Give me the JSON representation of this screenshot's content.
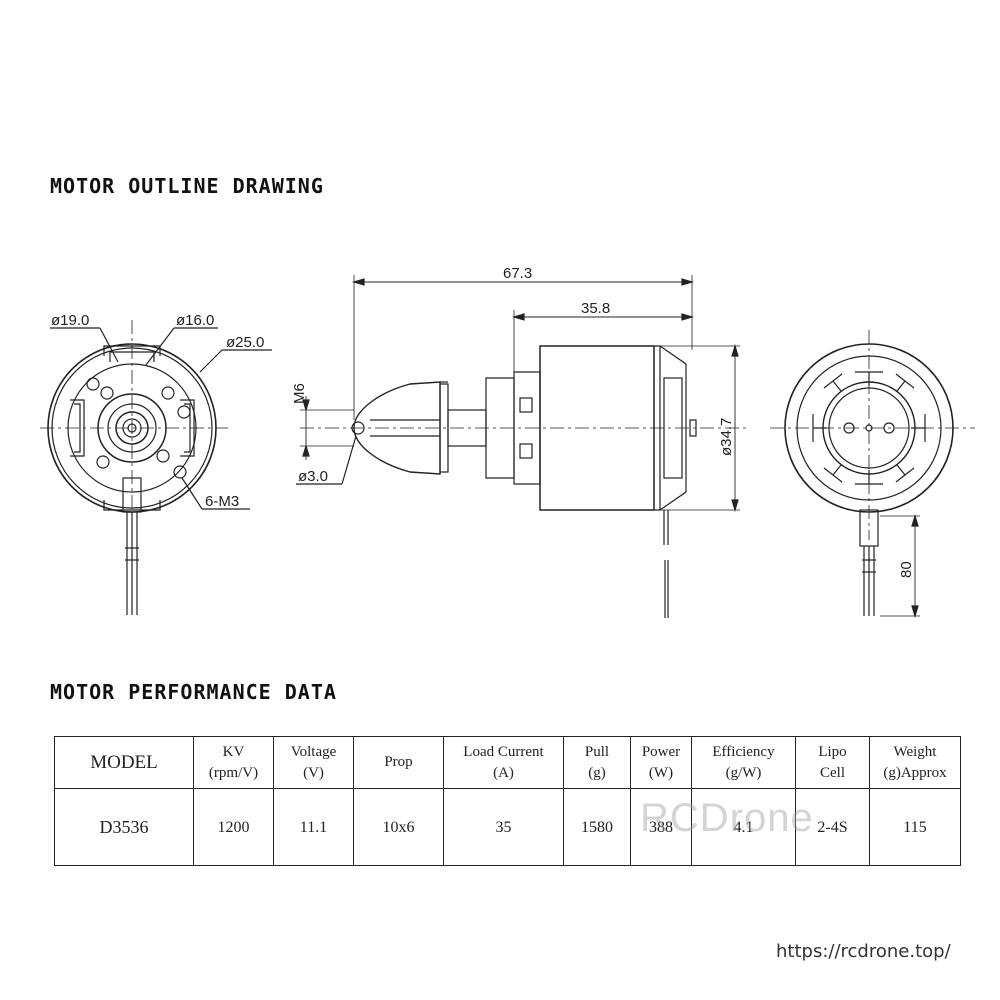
{
  "drawing": {
    "heading": "MOTOR OUTLINE DRAWING",
    "dimensions": {
      "d19": "ø19.0",
      "d16": "ø16.0",
      "d25": "ø25.0",
      "holes": "6-M3",
      "overall_length": "67.3",
      "body_length": "35.8",
      "thread": "M6",
      "shaft_dia": "ø3.0",
      "body_dia": "ø34.7",
      "lead_length": "80"
    }
  },
  "performance": {
    "heading": "MOTOR PERFORMANCE DATA",
    "headers": {
      "model": "MODEL",
      "kv_1": "KV",
      "kv_2": "(rpm/V)",
      "voltage_1": "Voltage",
      "voltage_2": "(V)",
      "prop": "Prop",
      "current_1": "Load Current",
      "current_2": "(A)",
      "pull_1": "Pull",
      "pull_2": "(g)",
      "power_1": "Power",
      "power_2": "(W)",
      "eff_1": "Efficiency",
      "eff_2": "(g/W)",
      "lipo_1": "Lipo",
      "lipo_2": "Cell",
      "weight_1": "Weight",
      "weight_2": "(g)Approx"
    },
    "row": {
      "model": "D3536",
      "kv": "1200",
      "voltage": "11.1",
      "prop": "10x6",
      "current": "35",
      "pull": "1580",
      "power": "388",
      "efficiency": "4.1",
      "lipo": "2-4S",
      "weight": "115"
    }
  },
  "watermark": "RCDrone",
  "url": "https://rcdrone.top/"
}
